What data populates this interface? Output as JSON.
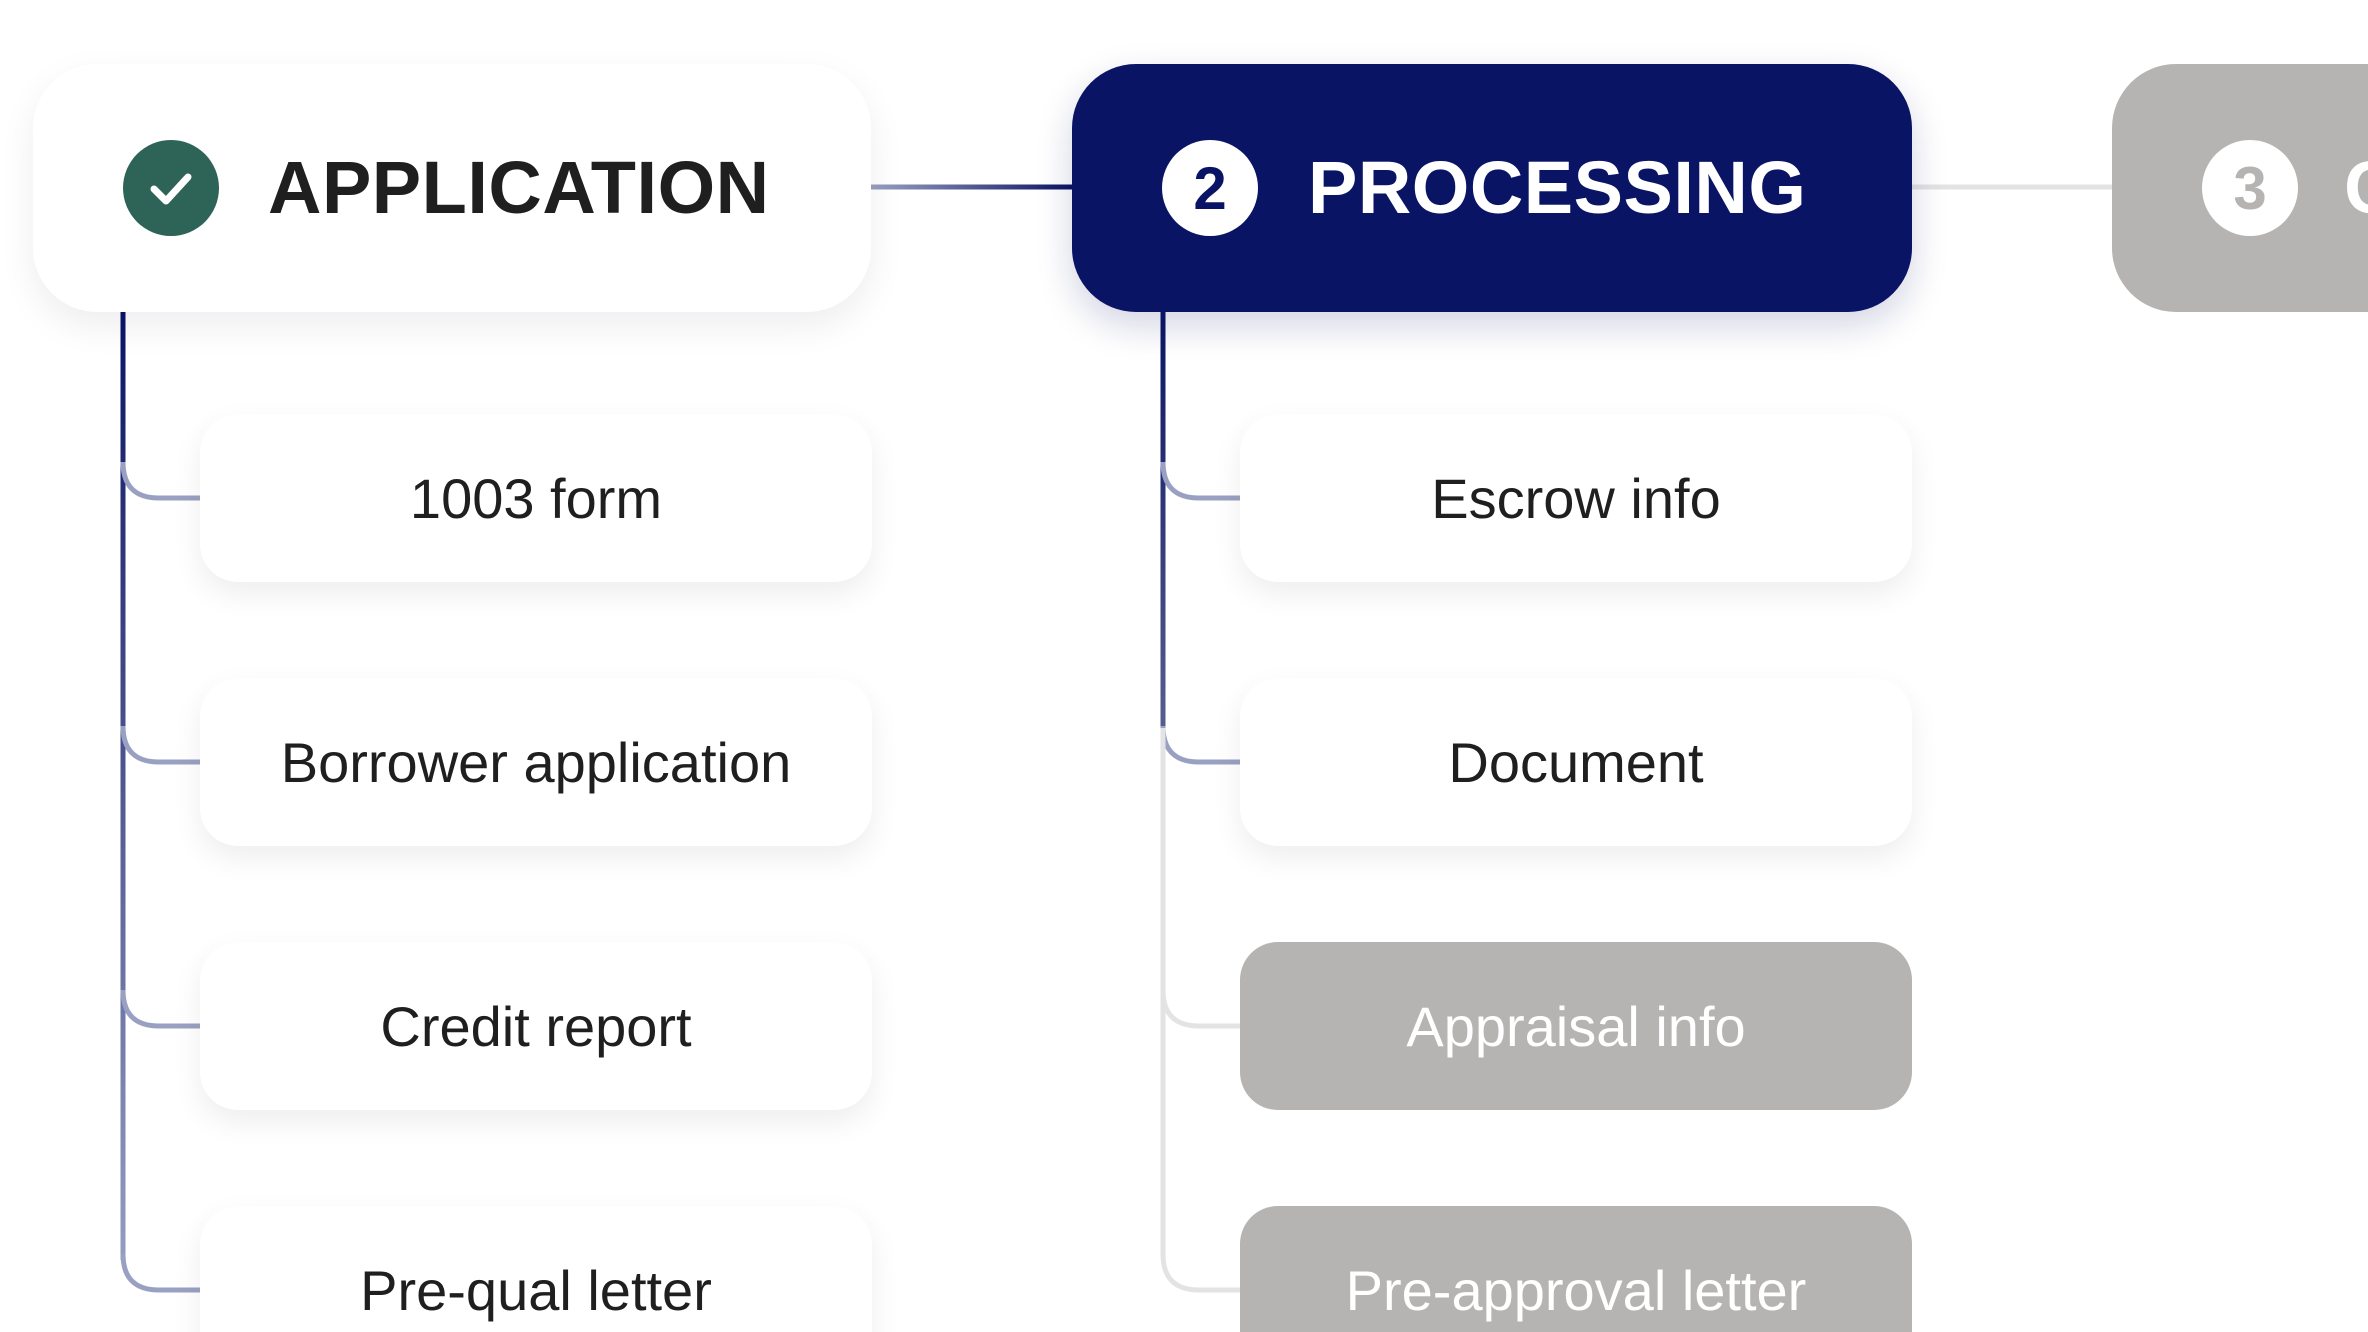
{
  "colors": {
    "accent_navy": "#0a1464",
    "complete_green": "#2e6357",
    "muted_gray": "#b6b4b3",
    "text_dark": "#1f1f1f"
  },
  "stages": [
    {
      "title": "APPLICATION",
      "status": "complete",
      "icon": "check-icon",
      "tasks": [
        {
          "label": "1003 form",
          "status": "done"
        },
        {
          "label": "Borrower application",
          "status": "done"
        },
        {
          "label": "Credit report",
          "status": "done"
        },
        {
          "label": "Pre-qual letter",
          "status": "done"
        }
      ]
    },
    {
      "title": "PROCESSING",
      "status": "active",
      "number": "2",
      "tasks": [
        {
          "label": "Escrow info",
          "status": "done"
        },
        {
          "label": "Document",
          "status": "done"
        },
        {
          "label": "Appraisal info",
          "status": "pending"
        },
        {
          "label": "Pre-approval letter",
          "status": "pending"
        }
      ]
    },
    {
      "title": "C",
      "status": "upcoming",
      "number": "3"
    }
  ]
}
